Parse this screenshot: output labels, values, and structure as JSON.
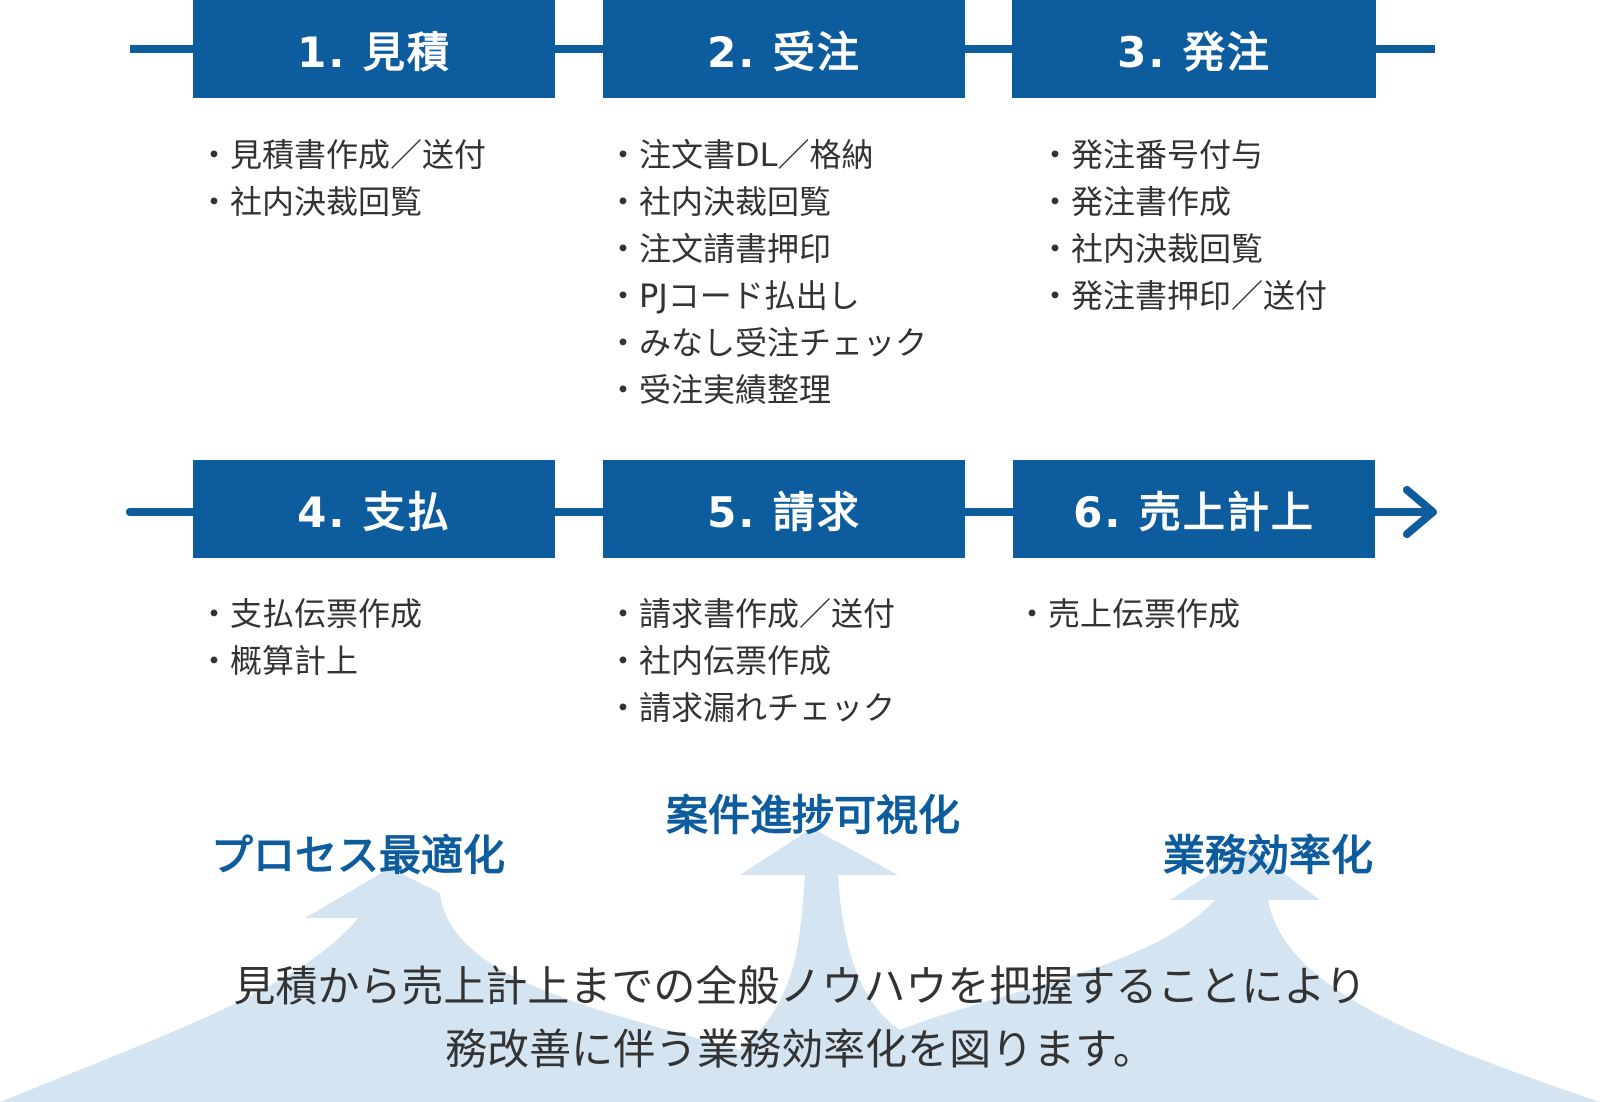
{
  "colors": {
    "primary": "#0d5c9e",
    "arrow_fill": "#d4e4f1",
    "text": "#333333",
    "box_text": "#ffffff"
  },
  "steps": [
    {
      "label": "1. 見積",
      "tasks": [
        "見積書作成／送付",
        "社内決裁回覧"
      ]
    },
    {
      "label": "2. 受注",
      "tasks": [
        "注文書DL／格納",
        "社内決裁回覧",
        "注文請書押印",
        "PJコード払出し",
        "みなし受注チェック",
        "受注実績整理"
      ]
    },
    {
      "label": "3. 発注",
      "tasks": [
        "発注番号付与",
        "発注書作成",
        "社内決裁回覧",
        "発注書押印／送付"
      ]
    },
    {
      "label": "4. 支払",
      "tasks": [
        "支払伝票作成",
        "概算計上"
      ]
    },
    {
      "label": "5. 請求",
      "tasks": [
        "請求書作成／送付",
        "社内伝票作成",
        "請求漏れチェック"
      ]
    },
    {
      "label": "6. 売上計上",
      "tasks": [
        "売上伝票作成"
      ]
    }
  ],
  "benefits": [
    {
      "label": "プロセス最適化"
    },
    {
      "label": "案件進捗可視化"
    },
    {
      "label": "業務効率化"
    }
  ],
  "summary": {
    "line1": "見積から売上計上までの全般ノウハウを把握することにより",
    "line2": "務改善に伴う業務効率化を図ります。"
  }
}
